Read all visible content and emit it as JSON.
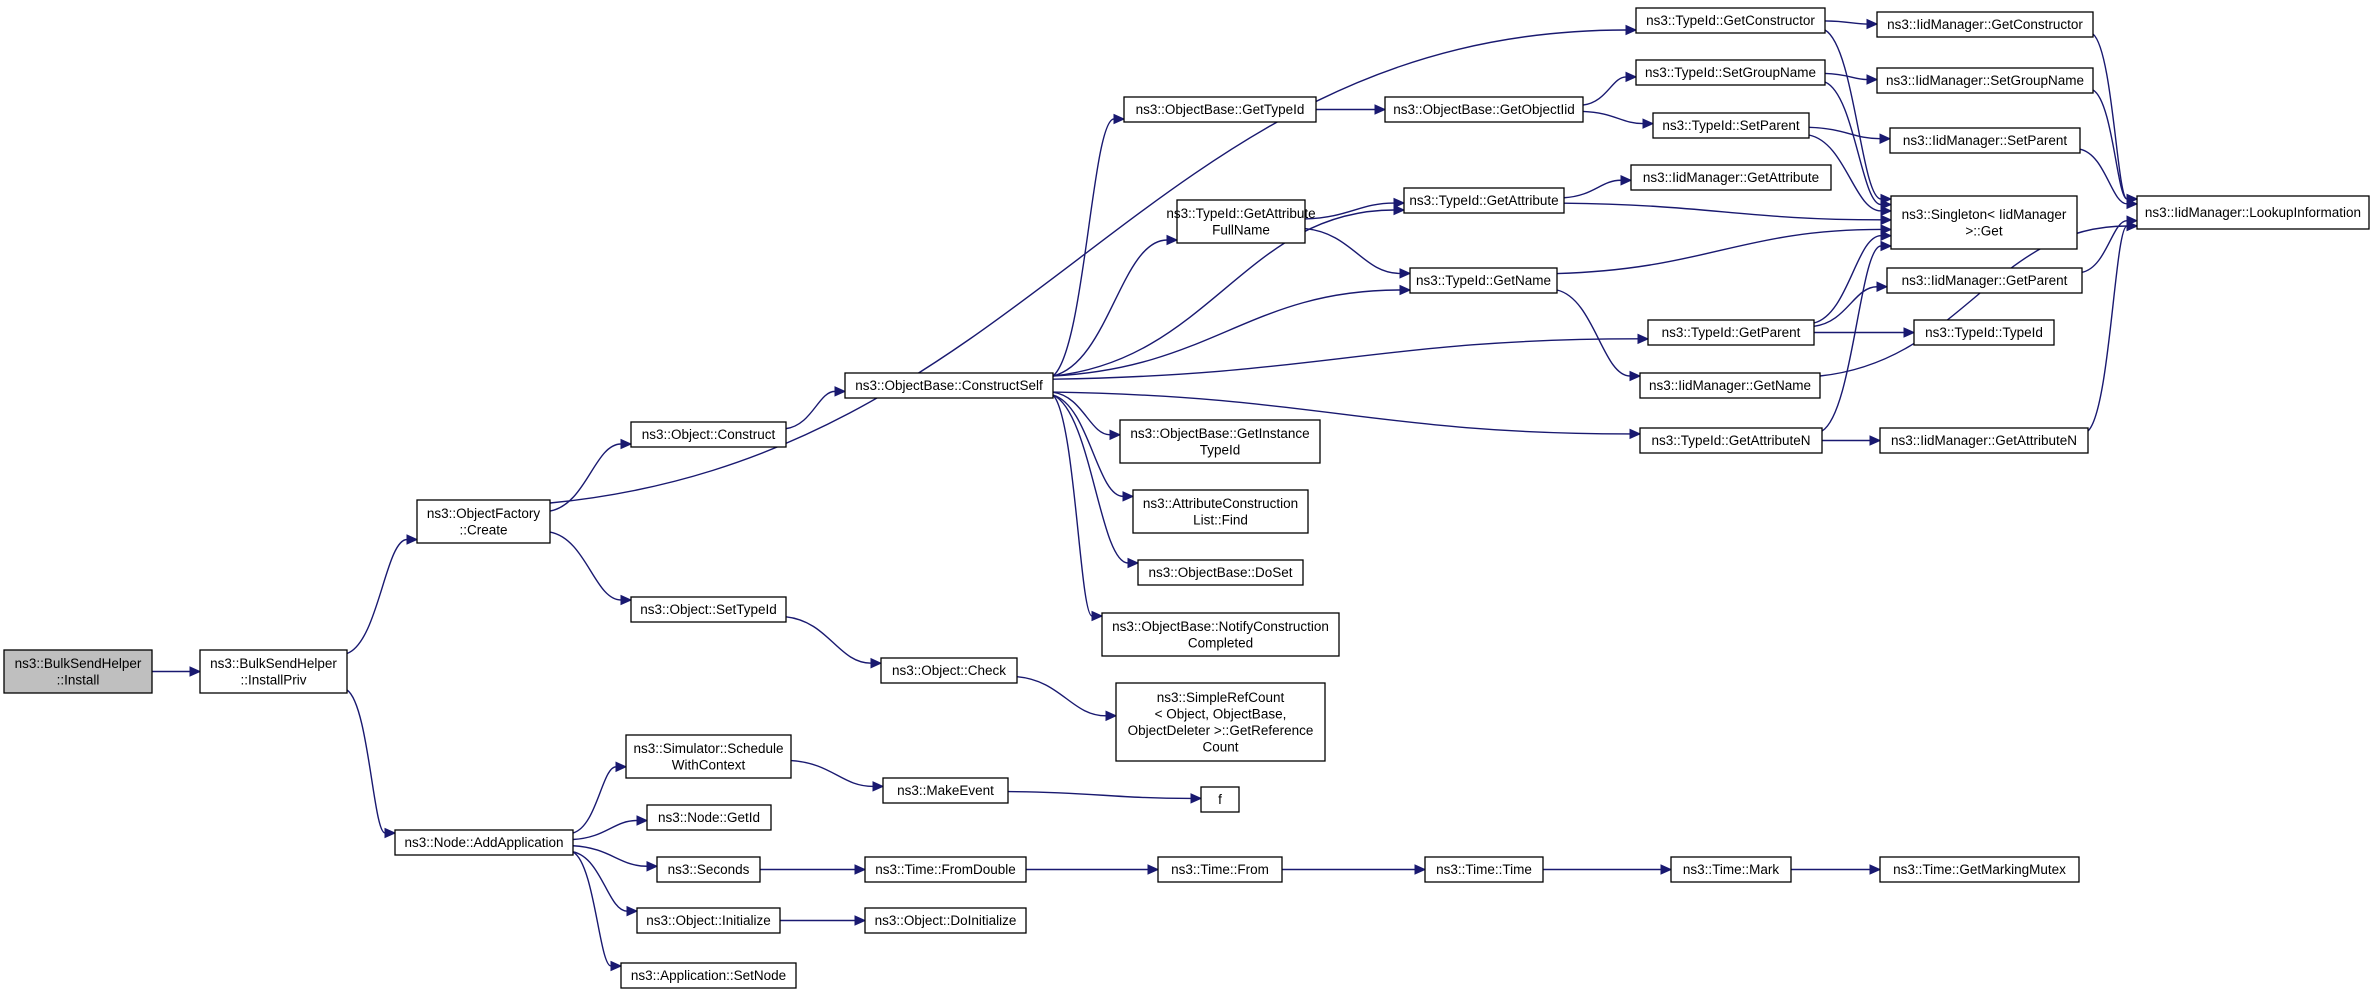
{
  "colors": {
    "node_fill": "#ffffff",
    "root_fill": "#bfbfbf",
    "node_border": "#000000",
    "edge": "#191970"
  },
  "nodes": {
    "n1": {
      "lines": [
        "ns3::BulkSendHelper",
        "::Install"
      ],
      "root": true
    },
    "n2": {
      "lines": [
        "ns3::BulkSendHelper",
        "::InstallPriv"
      ]
    },
    "n3": {
      "lines": [
        "ns3::ObjectFactory",
        "::Create"
      ]
    },
    "n4": {
      "lines": [
        "ns3::Node::AddApplication"
      ]
    },
    "n5": {
      "lines": [
        "ns3::Object::Construct"
      ]
    },
    "n6": {
      "lines": [
        "ns3::Object::SetTypeId"
      ]
    },
    "n7": {
      "lines": [
        "ns3::Simulator::Schedule",
        "WithContext"
      ]
    },
    "n8": {
      "lines": [
        "ns3::Node::GetId"
      ]
    },
    "n9": {
      "lines": [
        "ns3::Seconds"
      ]
    },
    "n10": {
      "lines": [
        "ns3::Object::Initialize"
      ]
    },
    "n11": {
      "lines": [
        "ns3::Application::SetNode"
      ]
    },
    "n12": {
      "lines": [
        "ns3::ObjectBase::ConstructSelf"
      ]
    },
    "n13": {
      "lines": [
        "ns3::Object::Check"
      ]
    },
    "n14": {
      "lines": [
        "ns3::MakeEvent"
      ]
    },
    "n15": {
      "lines": [
        "ns3::Time::FromDouble"
      ]
    },
    "n16": {
      "lines": [
        "ns3::Object::DoInitialize"
      ]
    },
    "n17": {
      "lines": [
        "ns3::ObjectBase::GetTypeId"
      ]
    },
    "n18": {
      "lines": [
        "ns3::TypeId::GetAttribute",
        "FullName"
      ]
    },
    "n19": {
      "lines": [
        "ns3::ObjectBase::GetInstance",
        "TypeId"
      ]
    },
    "n20": {
      "lines": [
        "ns3::AttributeConstruction",
        "List::Find"
      ]
    },
    "n21": {
      "lines": [
        "ns3::ObjectBase::DoSet"
      ]
    },
    "n22": {
      "lines": [
        "ns3::ObjectBase::NotifyConstruction",
        "Completed"
      ]
    },
    "n23": {
      "lines": [
        "ns3::SimpleRefCount",
        "< Object, ObjectBase,",
        "ObjectDeleter >::GetReference",
        "Count"
      ]
    },
    "n24": {
      "lines": [
        "f"
      ]
    },
    "n25": {
      "lines": [
        "ns3::Time::From"
      ]
    },
    "n26": {
      "lines": [
        "ns3::ObjectBase::GetObjectIid"
      ]
    },
    "n27": {
      "lines": [
        "ns3::TypeId::GetAttribute"
      ]
    },
    "n28": {
      "lines": [
        "ns3::TypeId::GetName"
      ]
    },
    "n29": {
      "lines": [
        "ns3::Time::Time"
      ]
    },
    "n30": {
      "lines": [
        "ns3::TypeId::GetConstructor"
      ]
    },
    "n31": {
      "lines": [
        "ns3::TypeId::SetGroupName"
      ]
    },
    "n32": {
      "lines": [
        "ns3::TypeId::SetParent"
      ]
    },
    "n33": {
      "lines": [
        "ns3::IidManager::GetAttribute"
      ]
    },
    "n34": {
      "lines": [
        "ns3::TypeId::GetParent"
      ]
    },
    "n35": {
      "lines": [
        "ns3::IidManager::GetName"
      ]
    },
    "n36": {
      "lines": [
        "ns3::TypeId::GetAttributeN"
      ]
    },
    "n37": {
      "lines": [
        "ns3::Time::Mark"
      ]
    },
    "n38": {
      "lines": [
        "ns3::IidManager::GetConstructor"
      ]
    },
    "n39": {
      "lines": [
        "ns3::IidManager::SetGroupName"
      ]
    },
    "n40": {
      "lines": [
        "ns3::IidManager::SetParent"
      ]
    },
    "n41": {
      "lines": [
        "ns3::Singleton< IidManager",
        ">::Get"
      ]
    },
    "n42": {
      "lines": [
        "ns3::IidManager::GetParent"
      ]
    },
    "n43": {
      "lines": [
        "ns3::TypeId::TypeId"
      ]
    },
    "n44": {
      "lines": [
        "ns3::IidManager::GetAttributeN"
      ]
    },
    "n45": {
      "lines": [
        "ns3::Time::GetMarkingMutex"
      ]
    },
    "n46": {
      "lines": [
        "ns3::IidManager::LookupInformation"
      ]
    }
  },
  "edges": [
    [
      "n1",
      "n2"
    ],
    [
      "n2",
      "n3"
    ],
    [
      "n2",
      "n4"
    ],
    [
      "n3",
      "n30"
    ],
    [
      "n3",
      "n5"
    ],
    [
      "n3",
      "n6"
    ],
    [
      "n5",
      "n12"
    ],
    [
      "n6",
      "n13"
    ],
    [
      "n13",
      "n23"
    ],
    [
      "n4",
      "n7"
    ],
    [
      "n4",
      "n8"
    ],
    [
      "n4",
      "n9"
    ],
    [
      "n4",
      "n10"
    ],
    [
      "n4",
      "n11"
    ],
    [
      "n7",
      "n14"
    ],
    [
      "n14",
      "n24"
    ],
    [
      "n9",
      "n15"
    ],
    [
      "n15",
      "n25"
    ],
    [
      "n25",
      "n29"
    ],
    [
      "n29",
      "n37"
    ],
    [
      "n37",
      "n45"
    ],
    [
      "n10",
      "n16"
    ],
    [
      "n12",
      "n17"
    ],
    [
      "n12",
      "n27"
    ],
    [
      "n12",
      "n18"
    ],
    [
      "n12",
      "n28"
    ],
    [
      "n12",
      "n34"
    ],
    [
      "n12",
      "n36"
    ],
    [
      "n12",
      "n19"
    ],
    [
      "n12",
      "n20"
    ],
    [
      "n12",
      "n21"
    ],
    [
      "n12",
      "n22"
    ],
    [
      "n17",
      "n26"
    ],
    [
      "n26",
      "n31"
    ],
    [
      "n26",
      "n32"
    ],
    [
      "n18",
      "n27"
    ],
    [
      "n18",
      "n28"
    ],
    [
      "n27",
      "n33"
    ],
    [
      "n27",
      "n41"
    ],
    [
      "n28",
      "n41"
    ],
    [
      "n28",
      "n35"
    ],
    [
      "n30",
      "n38"
    ],
    [
      "n30",
      "n41"
    ],
    [
      "n31",
      "n39"
    ],
    [
      "n31",
      "n41"
    ],
    [
      "n32",
      "n40"
    ],
    [
      "n32",
      "n41"
    ],
    [
      "n34",
      "n41"
    ],
    [
      "n34",
      "n42"
    ],
    [
      "n34",
      "n43"
    ],
    [
      "n36",
      "n44"
    ],
    [
      "n36",
      "n41"
    ],
    [
      "n35",
      "n46"
    ],
    [
      "n38",
      "n46"
    ],
    [
      "n39",
      "n46"
    ],
    [
      "n40",
      "n46"
    ],
    [
      "n42",
      "n46"
    ],
    [
      "n44",
      "n46"
    ]
  ]
}
